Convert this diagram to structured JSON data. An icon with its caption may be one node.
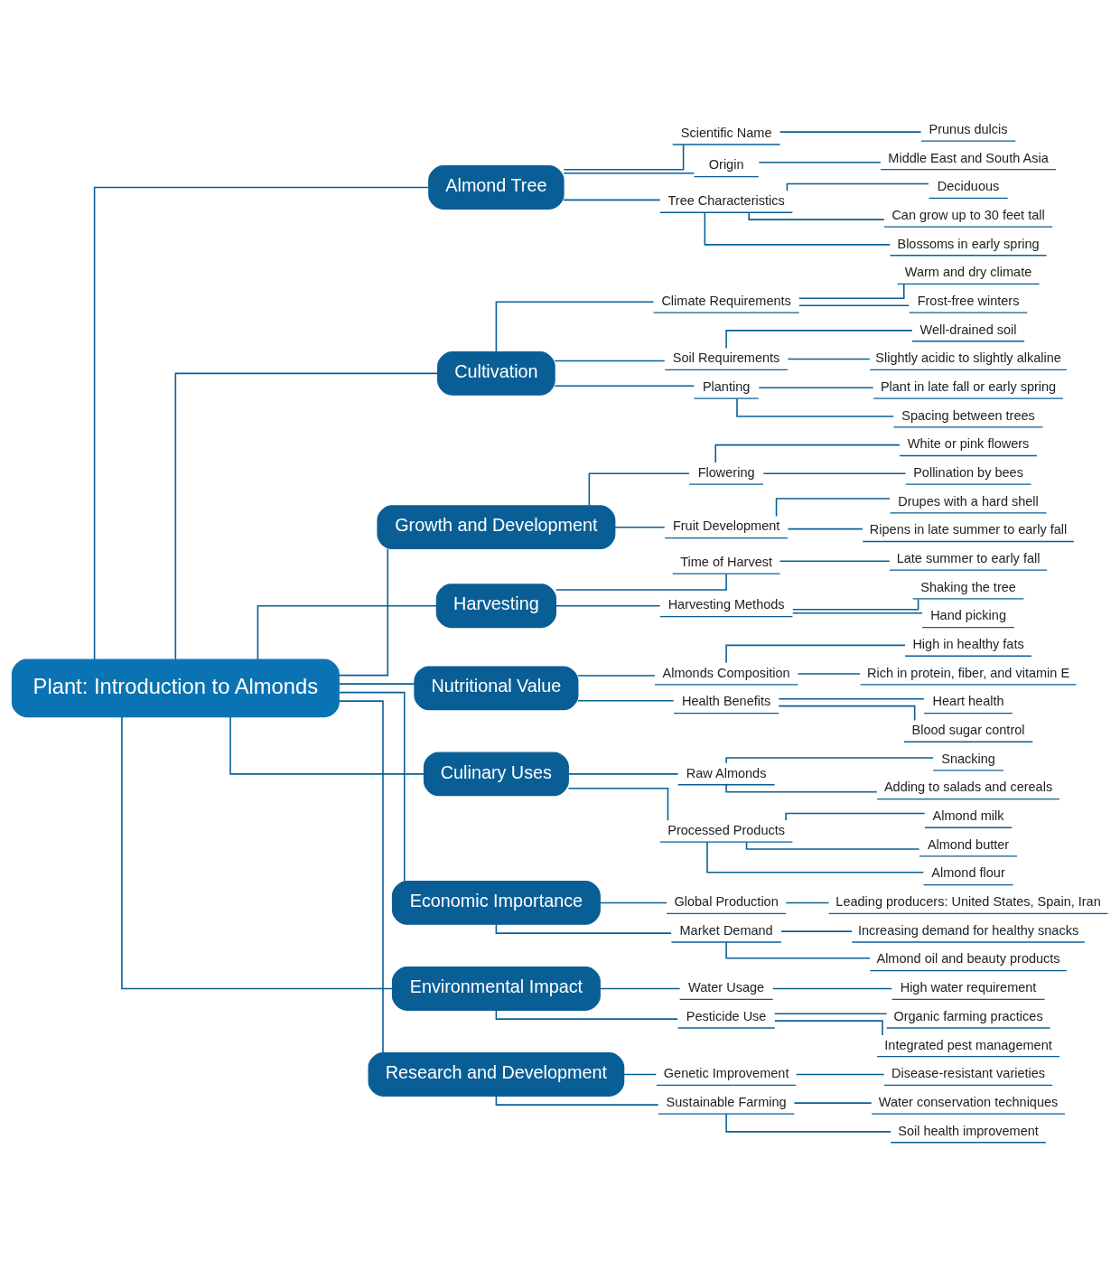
{
  "diagram": {
    "nodes": [
      {
        "text": [
          "Plant: Introduction to Almonds"
        ]
      },
      {
        "text": [
          "Almond Tree"
        ]
      },
      {
        "text": [
          "Scientific Name"
        ]
      },
      {
        "text": [
          "Prunus dulcis"
        ]
      },
      {
        "text": [
          "Origin"
        ]
      },
      {
        "text": [
          "Middle East and South Asia"
        ]
      },
      {
        "text": [
          "Tree Characteristics"
        ]
      },
      {
        "text": [
          "Deciduous"
        ]
      },
      {
        "text": [
          "Can grow up to 30 feet tall"
        ]
      },
      {
        "text": [
          "Blossoms in early spring"
        ]
      },
      {
        "text": [
          "Cultivation"
        ]
      },
      {
        "text": [
          "Climate Requirements"
        ]
      },
      {
        "text": [
          "Warm and dry climate"
        ]
      },
      {
        "text": [
          "Frost-free winters"
        ]
      },
      {
        "text": [
          "Soil Requirements"
        ]
      },
      {
        "text": [
          "Well-drained soil"
        ]
      },
      {
        "text": [
          "Slightly acidic to slightly alkaline"
        ]
      },
      {
        "text": [
          "Planting"
        ]
      },
      {
        "text": [
          "Plant in late fall or early spring"
        ]
      },
      {
        "text": [
          "Spacing between trees"
        ]
      },
      {
        "text": [
          "Growth and Development"
        ]
      },
      {
        "text": [
          "Flowering"
        ]
      },
      {
        "text": [
          "White or pink flowers"
        ]
      },
      {
        "text": [
          "Pollination by bees"
        ]
      },
      {
        "text": [
          "Fruit Development"
        ]
      },
      {
        "text": [
          "Drupes with a hard shell"
        ]
      },
      {
        "text": [
          "Ripens in late summer to early fall"
        ]
      },
      {
        "text": [
          "Harvesting"
        ]
      },
      {
        "text": [
          "Time of Harvest"
        ]
      },
      {
        "text": [
          "Late summer to early fall"
        ]
      },
      {
        "text": [
          "Harvesting Methods"
        ]
      },
      {
        "text": [
          "Shaking the tree"
        ]
      },
      {
        "text": [
          "Hand picking"
        ]
      },
      {
        "text": [
          "Nutritional Value"
        ]
      },
      {
        "text": [
          "Almonds Composition"
        ]
      },
      {
        "text": [
          "High in healthy fats"
        ]
      },
      {
        "text": [
          "Rich in protein, fiber, and vitamin E"
        ]
      },
      {
        "text": [
          "Health Benefits"
        ]
      },
      {
        "text": [
          "Heart health"
        ]
      },
      {
        "text": [
          "Blood sugar control"
        ]
      },
      {
        "text": [
          "Culinary Uses"
        ]
      },
      {
        "text": [
          "Raw Almonds"
        ]
      },
      {
        "text": [
          "Snacking"
        ]
      },
      {
        "text": [
          "Adding to salads and cereals"
        ]
      },
      {
        "text": [
          "Processed Products"
        ]
      },
      {
        "text": [
          "Almond milk"
        ]
      },
      {
        "text": [
          "Almond butter"
        ]
      },
      {
        "text": [
          "Almond flour"
        ]
      },
      {
        "text": [
          "Economic Importance"
        ]
      },
      {
        "text": [
          "Global Production"
        ]
      },
      {
        "text": [
          "Leading producers: United States, Spain, Iran"
        ]
      },
      {
        "text": [
          "Market Demand"
        ]
      },
      {
        "text": [
          "Increasing demand for healthy snacks"
        ]
      },
      {
        "text": [
          "Almond oil and beauty products"
        ]
      },
      {
        "text": [
          "Environmental Impact"
        ]
      },
      {
        "text": [
          "Water Usage"
        ]
      },
      {
        "text": [
          "High water requirement"
        ]
      },
      {
        "text": [
          "Pesticide Use"
        ]
      },
      {
        "text": [
          "Organic farming practices"
        ]
      },
      {
        "text": [
          "Integrated pest management"
        ]
      },
      {
        "text": [
          "Research and Development"
        ]
      },
      {
        "text": [
          "Genetic Improvement"
        ]
      },
      {
        "text": [
          "Disease-resistant varieties"
        ]
      },
      {
        "text": [
          "Sustainable Farming"
        ]
      },
      {
        "text": [
          "Water conservation techniques"
        ]
      },
      {
        "text": [
          "Soil health improvement"
        ]
      }
    ],
    "edges": [
      {
        "from": 0,
        "to": 1,
        "arrow": "none"
      },
      {
        "from": 1,
        "to": 2,
        "arrow": "none"
      },
      {
        "from": 2,
        "to": 3,
        "arrow": "none"
      },
      {
        "from": 1,
        "to": 4,
        "arrow": "none"
      },
      {
        "from": 4,
        "to": 5,
        "arrow": "none"
      },
      {
        "from": 1,
        "to": 6,
        "arrow": "none"
      },
      {
        "from": 6,
        "to": 7,
        "arrow": "none"
      },
      {
        "from": 6,
        "to": 8,
        "arrow": "none"
      },
      {
        "from": 6,
        "to": 9,
        "arrow": "none"
      },
      {
        "from": 0,
        "to": 10,
        "arrow": "none"
      },
      {
        "from": 10,
        "to": 11,
        "arrow": "none"
      },
      {
        "from": 11,
        "to": 12,
        "arrow": "none"
      },
      {
        "from": 11,
        "to": 13,
        "arrow": "none"
      },
      {
        "from": 10,
        "to": 14,
        "arrow": "none"
      },
      {
        "from": 14,
        "to": 15,
        "arrow": "none"
      },
      {
        "from": 14,
        "to": 16,
        "arrow": "none"
      },
      {
        "from": 10,
        "to": 17,
        "arrow": "none"
      },
      {
        "from": 17,
        "to": 18,
        "arrow": "none"
      },
      {
        "from": 17,
        "to": 19,
        "arrow": "none"
      },
      {
        "from": 0,
        "to": 20,
        "arrow": "none"
      },
      {
        "from": 20,
        "to": 21,
        "arrow": "none"
      },
      {
        "from": 21,
        "to": 22,
        "arrow": "none"
      },
      {
        "from": 21,
        "to": 23,
        "arrow": "none"
      },
      {
        "from": 20,
        "to": 24,
        "arrow": "none"
      },
      {
        "from": 24,
        "to": 25,
        "arrow": "none"
      },
      {
        "from": 24,
        "to": 26,
        "arrow": "none"
      },
      {
        "from": 0,
        "to": 27,
        "arrow": "none"
      },
      {
        "from": 27,
        "to": 28,
        "arrow": "none"
      },
      {
        "from": 28,
        "to": 29,
        "arrow": "none"
      },
      {
        "from": 27,
        "to": 30,
        "arrow": "none"
      },
      {
        "from": 30,
        "to": 31,
        "arrow": "none"
      },
      {
        "from": 30,
        "to": 32,
        "arrow": "none"
      },
      {
        "from": 0,
        "to": 33,
        "arrow": "none"
      },
      {
        "from": 33,
        "to": 34,
        "arrow": "none"
      },
      {
        "from": 34,
        "to": 35,
        "arrow": "none"
      },
      {
        "from": 34,
        "to": 36,
        "arrow": "none"
      },
      {
        "from": 33,
        "to": 37,
        "arrow": "none"
      },
      {
        "from": 37,
        "to": 38,
        "arrow": "none"
      },
      {
        "from": 37,
        "to": 39,
        "arrow": "none"
      },
      {
        "from": 0,
        "to": 40,
        "arrow": "none"
      },
      {
        "from": 40,
        "to": 41,
        "arrow": "none"
      },
      {
        "from": 41,
        "to": 42,
        "arrow": "none"
      },
      {
        "from": 41,
        "to": 43,
        "arrow": "none"
      },
      {
        "from": 40,
        "to": 44,
        "arrow": "none"
      },
      {
        "from": 44,
        "to": 45,
        "arrow": "none"
      },
      {
        "from": 44,
        "to": 46,
        "arrow": "none"
      },
      {
        "from": 44,
        "to": 47,
        "arrow": "none"
      },
      {
        "from": 0,
        "to": 48,
        "arrow": "none"
      },
      {
        "from": 48,
        "to": 49,
        "arrow": "none"
      },
      {
        "from": 49,
        "to": 50,
        "arrow": "none"
      },
      {
        "from": 48,
        "to": 51,
        "arrow": "none"
      },
      {
        "from": 51,
        "to": 52,
        "arrow": "none"
      },
      {
        "from": 51,
        "to": 53,
        "arrow": "none"
      },
      {
        "from": 0,
        "to": 54,
        "arrow": "none"
      },
      {
        "from": 54,
        "to": 55,
        "arrow": "none"
      },
      {
        "from": 55,
        "to": 56,
        "arrow": "none"
      },
      {
        "from": 54,
        "to": 57,
        "arrow": "none"
      },
      {
        "from": 57,
        "to": 58,
        "arrow": "none"
      },
      {
        "from": 57,
        "to": 59,
        "arrow": "none"
      },
      {
        "from": 0,
        "to": 60,
        "arrow": "none"
      },
      {
        "from": 60,
        "to": 61,
        "arrow": "none"
      },
      {
        "from": 61,
        "to": 62,
        "arrow": "none"
      },
      {
        "from": 60,
        "to": 63,
        "arrow": "none"
      },
      {
        "from": 63,
        "to": 64,
        "arrow": "none"
      },
      {
        "from": 63,
        "to": 65,
        "arrow": "none"
      }
    ]
  }
}
